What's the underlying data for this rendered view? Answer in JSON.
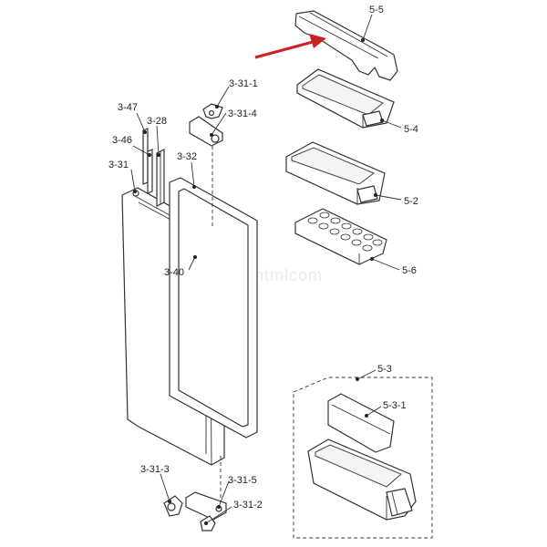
{
  "diagram": {
    "watermark": "www.htmlcom",
    "arrow_color": "#cc2222",
    "labels": {
      "p5_5": "5-5",
      "p5_4": "5-4",
      "p5_2": "5-2",
      "p5_6": "5-6",
      "p5_3": "5-3",
      "p5_3_1": "5-3-1",
      "p3_47": "3-47",
      "p3_28": "3-28",
      "p3_46": "3-46",
      "p3_31": "3-31",
      "p3_32": "3-32",
      "p3_40": "3-40",
      "p3_31_1": "3-31-1",
      "p3_31_4": "3-31-4",
      "p3_31_3": "3-31-3",
      "p3_31_5": "3-31-5",
      "p3_31_2": "3-31-2"
    }
  }
}
